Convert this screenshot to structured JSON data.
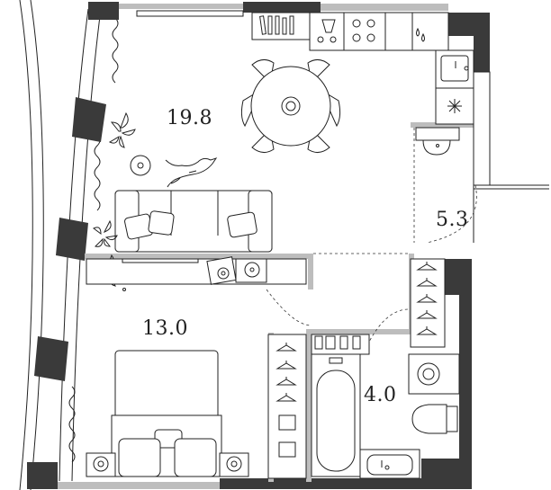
{
  "rooms": [
    {
      "id": "living",
      "area": "19.8"
    },
    {
      "id": "hall",
      "area": "5.3"
    },
    {
      "id": "bedroom",
      "area": "13.0"
    },
    {
      "id": "bathroom",
      "area": "4.0"
    }
  ],
  "icons": {
    "freezer": "snowflake-icon",
    "sink_drops": "water-drops-icon"
  },
  "colors": {
    "wall": "#3a3a3a",
    "partition": "#bdbdbd",
    "line": "#222222",
    "furniture_fill": "#e6e6e6"
  }
}
